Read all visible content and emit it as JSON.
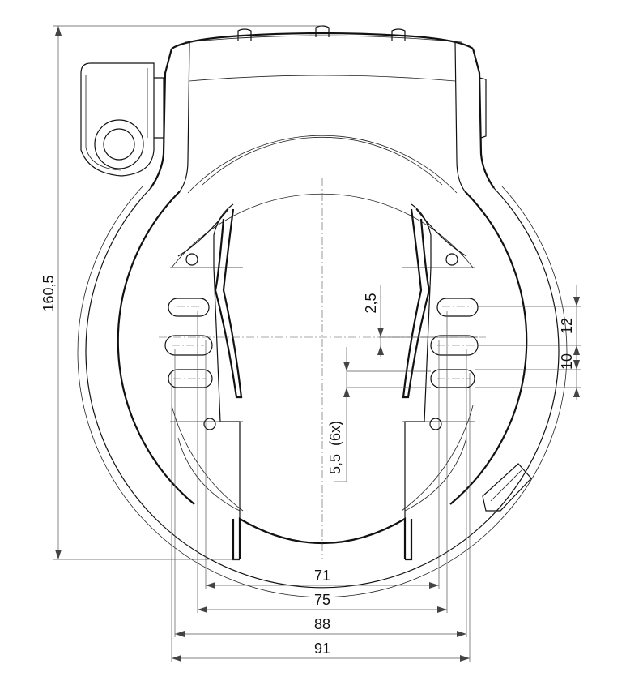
{
  "dimensions": {
    "overall_height": "160,5",
    "slot_spacing_a": "2,5",
    "slot_spacing_b": "12",
    "slot_spacing_c": "10",
    "hole_spec": "5,5  (6x)",
    "width_71": "71",
    "width_75": "75",
    "width_88": "88",
    "width_91": "91"
  }
}
